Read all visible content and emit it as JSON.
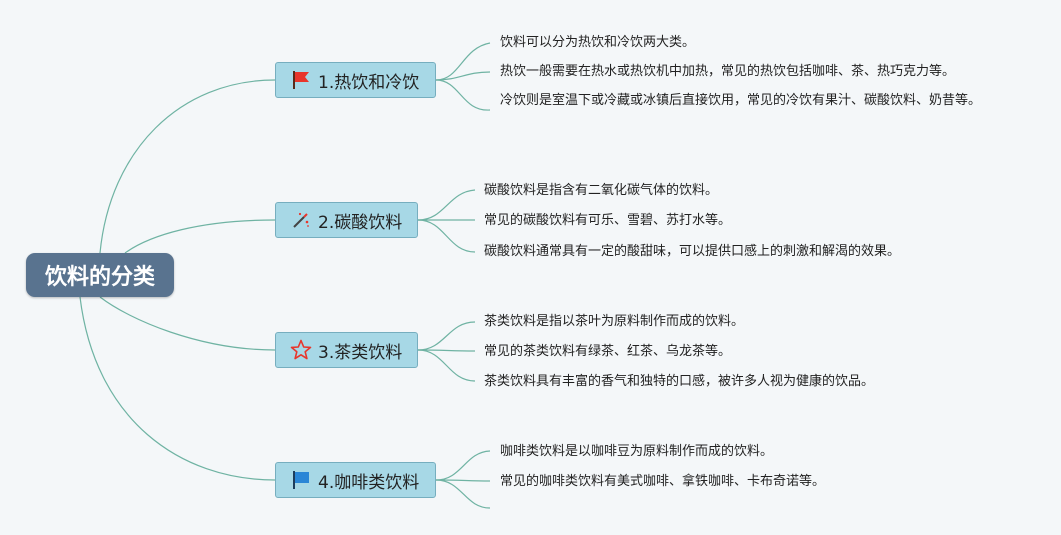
{
  "root": {
    "title": "饮料的分类"
  },
  "branches": [
    {
      "label": "1.热饮和冷饮",
      "icon": "red-flag-icon",
      "items": [
        "饮料可以分为热饮和冷饮两大类。",
        "热饮一般需要在热水或热饮机中加热，常见的热饮包括咖啡、茶、热巧克力等。",
        "冷饮则是室温下或冷藏或冰镇后直接饮用，常见的冷饮有果汁、碳酸饮料、奶昔等。"
      ]
    },
    {
      "label": "2.碳酸饮料",
      "icon": "magic-wand-icon",
      "items": [
        "碳酸饮料是指含有二氧化碳气体的饮料。",
        "常见的碳酸饮料有可乐、雪碧、苏打水等。",
        "碳酸饮料通常具有一定的酸甜味，可以提供口感上的刺激和解渴的效果。"
      ]
    },
    {
      "label": "3.茶类饮料",
      "icon": "star-outline-icon",
      "items": [
        "茶类饮料是指以茶叶为原料制作而成的饮料。",
        "常见的茶类饮料有绿茶、红茶、乌龙茶等。",
        "茶类饮料具有丰富的香气和独特的口感，被许多人视为健康的饮品。"
      ]
    },
    {
      "label": "4.咖啡类饮料",
      "icon": "blue-flag-icon",
      "items": [
        "咖啡类饮料是以咖啡豆为原料制作而成的饮料。",
        "常见的咖啡类饮料有美式咖啡、拿铁咖啡、卡布奇诺等。"
      ]
    }
  ],
  "colors": {
    "background": "#f4f7f9",
    "root_fill": "#59738f",
    "branch_fill": "#a7d8e6",
    "branch_border": "#76aebf",
    "connector": "#6fb3a3",
    "flag_red": "#e8352b",
    "flag_blue": "#2a86d6"
  }
}
